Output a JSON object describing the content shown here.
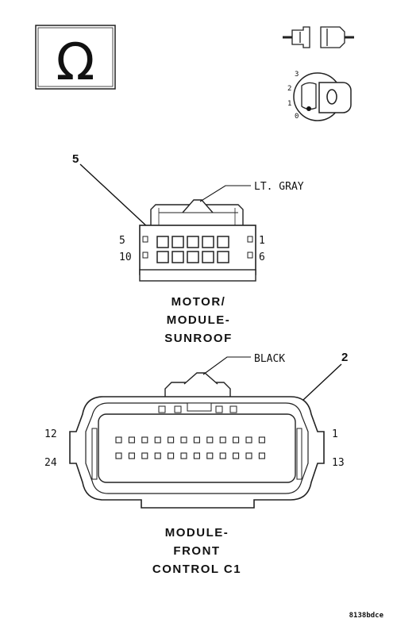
{
  "ohm_symbol": "Ω",
  "ignition_positions": [
    "3",
    "2",
    "1",
    "0"
  ],
  "connector_sunroof": {
    "callout": "5",
    "wire_color": "LT. GRAY",
    "pin_labels": {
      "top_left": "5",
      "bottom_left": "10",
      "top_right": "1",
      "bottom_right": "6"
    },
    "name_lines": [
      "MOTOR/",
      "MODULE-",
      "SUNROOF"
    ]
  },
  "connector_front_control": {
    "callout": "2",
    "wire_color": "BLACK",
    "pin_labels": {
      "top_left": "12",
      "bottom_left": "24",
      "top_right": "1",
      "bottom_right": "13"
    },
    "name_lines": [
      "MODULE-",
      "FRONT",
      "CONTROL C1"
    ]
  },
  "figure_ref": "8138bdce"
}
